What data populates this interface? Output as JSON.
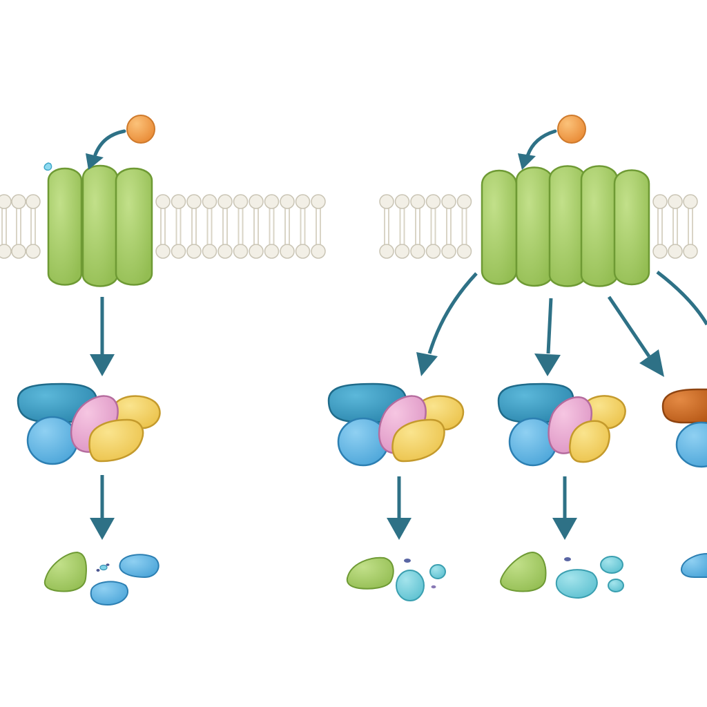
{
  "diagram": {
    "type": "membrane receptor signaling pathways",
    "panels": [
      {
        "id": "single-pathway",
        "receptor_subunits": 3,
        "ligand_color": "#f0a050",
        "downstream_branches": 1,
        "complexes": [
          "#3a9ec4",
          "#e8a8d0",
          "#f0d060",
          "#5ab0e0"
        ],
        "products": [
          "#8cc55a",
          "#5ab0e0"
        ]
      },
      {
        "id": "branched-pathway",
        "receptor_subunits": 5,
        "ligand_color": "#f0a050",
        "downstream_branches": 4,
        "complexes": [
          "#3a9ec4",
          "#e8a8d0",
          "#f0d060",
          "#5ab0e0",
          "#c8641c"
        ],
        "products": [
          "#8cc55a",
          "#6ccad8",
          "#5ab0e0"
        ]
      }
    ],
    "colors": {
      "membrane_head": "#f2efe6",
      "membrane_outline": "#c9c4b4",
      "receptor_fill": "#a8cc6a",
      "receptor_outline": "#6e9a34",
      "arrow": "#2e7186"
    }
  }
}
